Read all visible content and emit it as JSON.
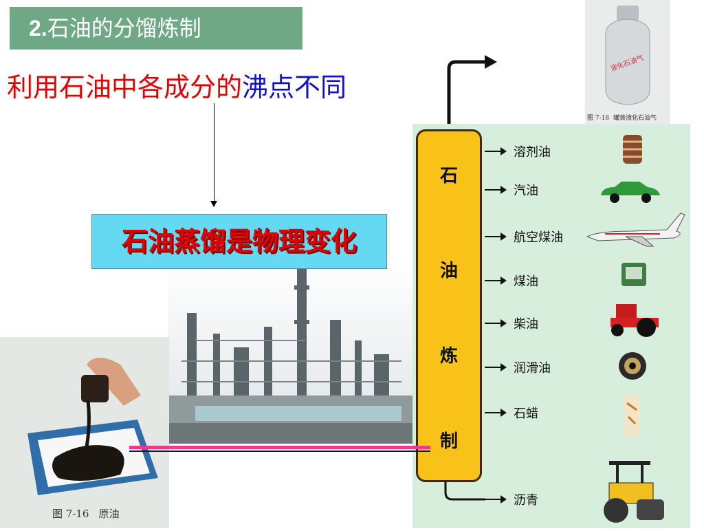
{
  "slide": {
    "title_number": "2.",
    "title_text": "石油的分馏炼制",
    "subtitle_red": "利用石油中各成分的",
    "subtitle_blue": "沸点不同",
    "conclusion": "石油蒸馏是物理变化"
  },
  "photos": {
    "crude_caption_fig": "图 7-16",
    "crude_caption_name": "原油",
    "cylinder_caption_fig": "图 7-18",
    "cylinder_caption_name": "罐装液化石油气",
    "cylinder_label": "液化石油气"
  },
  "column": {
    "chars": [
      "石",
      "油",
      "炼",
      "制"
    ]
  },
  "products": [
    {
      "label": "溶剂油",
      "icon": "barrel-icon"
    },
    {
      "label": "汽油",
      "icon": "car-icon"
    },
    {
      "label": "航空煤油",
      "icon": "airplane-icon"
    },
    {
      "label": "煤油",
      "icon": "stove-icon"
    },
    {
      "label": "柴油",
      "icon": "tractor-icon"
    },
    {
      "label": "润滑油",
      "icon": "gear-icon"
    },
    {
      "label": "石蜡",
      "icon": "candle-icon"
    },
    {
      "label": "沥青",
      "icon": "road-roller-icon"
    }
  ],
  "colors": {
    "title_bg": "#6fa884",
    "red_text": "#e00000",
    "blue_text": "#1010d0",
    "conclusion_bg": "#66d9f2",
    "column_fill": "#f9c218",
    "panel_bg": "#d8eedd",
    "link_line": "#ea3c8e"
  }
}
